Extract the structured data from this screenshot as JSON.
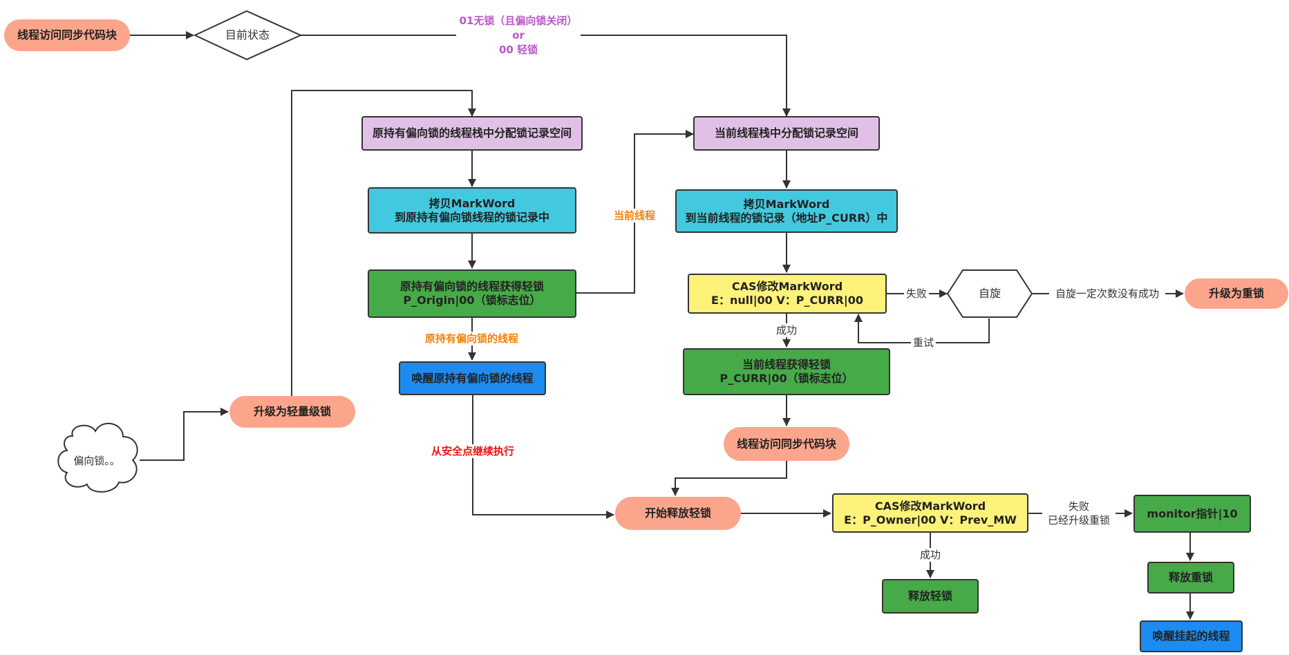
{
  "nodes": {
    "start_access": "线程访问同步代码块",
    "current_state": "目前状态",
    "alloc_origin": "原持有偏向锁的线程栈中分配锁记录空间",
    "alloc_current": "当前线程栈中分配锁记录空间",
    "copy_origin": [
      "拷贝MarkWord",
      "到原持有偏向锁线程的锁记录中"
    ],
    "copy_current": [
      "拷贝MarkWord",
      "到当前线程的锁记录（地址P_CURR）中"
    ],
    "origin_gets_light": [
      "原持有偏向锁的线程获得轻锁",
      "P_Origin|00（锁标志位）"
    ],
    "cas_modify": [
      "CAS修改MarkWord",
      "E：null|00   V：P_CURR|00"
    ],
    "spin": "自旋",
    "upgrade_heavy": "升级为重锁",
    "wake_origin": "唤醒原持有偏向锁的线程",
    "upgrade_light": "升级为轻量级锁",
    "biased_cloud": "偏向锁。。",
    "current_gets_light": [
      "当前线程获得轻锁",
      "P_CURR|00（锁标志位）"
    ],
    "access_sync": "线程访问同步代码块",
    "release_light_start": "开始释放轻锁",
    "cas_release": [
      "CAS修改MarkWord",
      "E：P_Owner|00   V：Prev_MW"
    ],
    "monitor_ptr": "monitor指针|10",
    "release_light": "释放轻锁",
    "release_heavy": "释放重锁",
    "wake_suspended": "唤醒挂起的线程"
  },
  "edge_labels": {
    "state_top": [
      "01无锁（且偏向锁关闭）",
      "or",
      "00 轻锁"
    ],
    "current_thread": "当前线程",
    "origin_thread": "原持有偏向锁的线程",
    "safe_point": "从安全点继续执行",
    "fail": "失败",
    "success": "成功",
    "retry": "重试",
    "spin_fail": "自旋一定次数没有成功",
    "release_success": "成功",
    "release_fail": [
      "失败",
      "已经升级重锁"
    ]
  },
  "colors": {
    "salmon": "#fba68c",
    "purple": "#e1c0e7",
    "cyan": "#43c9df",
    "green": "#47aa49",
    "yellow": "#fdf27a",
    "blue": "#1d8cf1",
    "purple_text": "#b959c8",
    "orange_text": "#f2800c",
    "red_text": "#ee1111"
  }
}
